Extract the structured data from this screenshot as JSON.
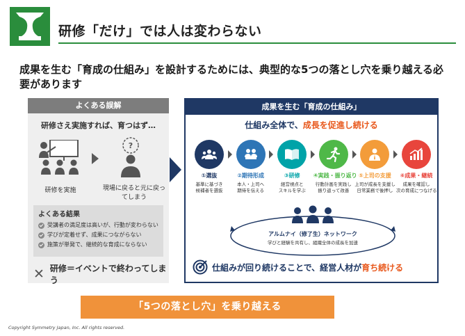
{
  "slide": {
    "title": "研修「だけ」では人は変わらない",
    "lead": "成果を生む「育成の仕組み」を設計するためには、典型的な5つの落とし穴を乗り越える必要があります",
    "copyright": "Copyright Symmetry Japan, Inc.  All rights reserved.",
    "accent_color": "#2a8d3c"
  },
  "misconception": {
    "header": "よくある誤解",
    "subtitle": "研修さえ実施すれば、育つはず…",
    "caption_left": "研修を実施",
    "caption_right": "現場に戻ると元に戻ってしまう",
    "results_title": "よくある結果",
    "results": [
      "受講者の満足度は高いが、行動が変わらない",
      "学びが定着せず、成果につながらない",
      "施策が単発で、継続的な育成にならない"
    ],
    "footer": "研修＝イベントで終わってしまう"
  },
  "system": {
    "header": "成果を生む「育成の仕組み」",
    "subtitle_prefix": "仕組み全体で、",
    "subtitle_highlight": "成長を促進し続ける",
    "steps": [
      {
        "label": "①選抜",
        "desc1": "基準に基づき",
        "desc2": "候補者を選抜",
        "color": "#1f3864",
        "icon": "group-icon"
      },
      {
        "label": "②期待形成",
        "desc1": "本人・上司へ",
        "desc2": "期待を伝える",
        "color": "#2e75b6",
        "icon": "meeting-icon"
      },
      {
        "label": "③研修",
        "desc1": "経営視点と",
        "desc2": "スキルを学ぶ",
        "color": "#00a3a8",
        "icon": "book-icon"
      },
      {
        "label": "④実践・振り返り",
        "desc1": "行動計画を実践し",
        "desc2": "振り返って改善",
        "color": "#4fb848",
        "icon": "running-icon"
      },
      {
        "label": "⑤上司の支援",
        "desc1": "上司が成長を支援し",
        "desc2": "日常業務で後押し",
        "color": "#f39c3a",
        "icon": "manager-icon"
      },
      {
        "label": "⑥成果・継続",
        "desc1": "成果を確認し",
        "desc2": "次の育成につなげる",
        "color": "#e8453c",
        "icon": "growth-chart-icon"
      }
    ],
    "network_title": "アルムナイ（修了生）ネットワーク",
    "network_desc": "学びと経験を共有し、組織全体の成長を加速",
    "footer_prefix": "仕組みが回り続けることで、経営人材が",
    "footer_highlight": "育ち続ける"
  },
  "banner": {
    "text": "「5つの落とし穴」を乗り越える"
  }
}
